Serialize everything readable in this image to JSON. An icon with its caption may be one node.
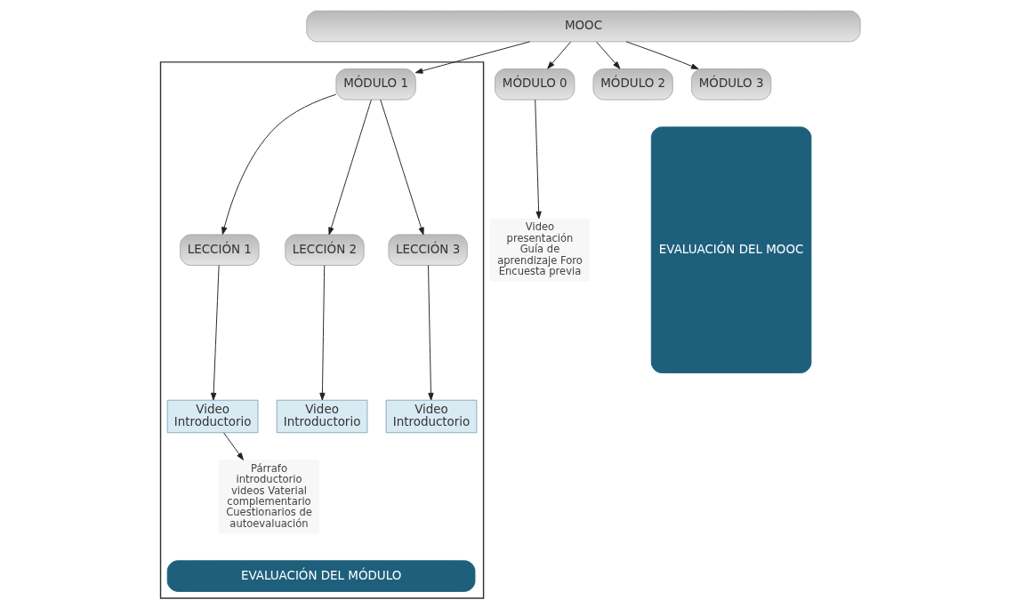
{
  "diagram": {
    "nodes": [
      {
        "text": [
          "MOOC"
        ]
      },
      {
        "text": [
          "MÓDULO 0"
        ]
      },
      {
        "text": [],
        "shape": "box"
      },
      {
        "text": [
          "MÓDULO 1"
        ],
        "in": 2
      },
      {
        "text": [
          "MÓDULO 2"
        ]
      },
      {
        "text": [
          "MÓDULO 3"
        ]
      },
      {
        "text": [
          "Video presentación Guía de aprendizaje Foro Encuesta previa"
        ]
      },
      {
        "text": [
          "LECCIÓN 1"
        ],
        "in": 2
      },
      {
        "text": [
          "LECCIÓN 2"
        ],
        "in": 2
      },
      {
        "text": [
          "LECCIÓN 3"
        ],
        "in": 2
      },
      {
        "text": [
          "Video Introductorio"
        ],
        "in": 2
      },
      {
        "text": [
          "Video Introductorio"
        ],
        "in": 2
      },
      {
        "text": [
          "Video Introductorio"
        ],
        "in": 2
      },
      {
        "text": [
          "Párrafo introductorio videos Vaterial complementario Cuestionarios de autoevaluación"
        ],
        "in": 2
      },
      {
        "text": [
          "EVALUACIÓN DEL MÓDULO"
        ],
        "in": 2
      },
      {
        "text": [
          "EVALUACIÓN DEL MOOC"
        ]
      }
    ],
    "edges": [
      {
        "from": 0,
        "to": 1,
        "arrow": "to"
      },
      {
        "from": 0,
        "to": 3,
        "arrow": "to"
      },
      {
        "from": 0,
        "to": 4,
        "arrow": "to"
      },
      {
        "from": 0,
        "to": 5,
        "arrow": "to"
      },
      {
        "from": 1,
        "to": 6,
        "arrow": "to"
      },
      {
        "from": 3,
        "to": 7,
        "arrow": "to"
      },
      {
        "from": 3,
        "to": 8,
        "arrow": "to"
      },
      {
        "from": 3,
        "to": 9,
        "arrow": "to"
      },
      {
        "from": 7,
        "to": 10,
        "arrow": "to"
      },
      {
        "from": 8,
        "to": 11,
        "arrow": "to"
      },
      {
        "from": 9,
        "to": 12,
        "arrow": "to"
      },
      {
        "from": 10,
        "to": 13,
        "arrow": "to"
      }
    ]
  }
}
